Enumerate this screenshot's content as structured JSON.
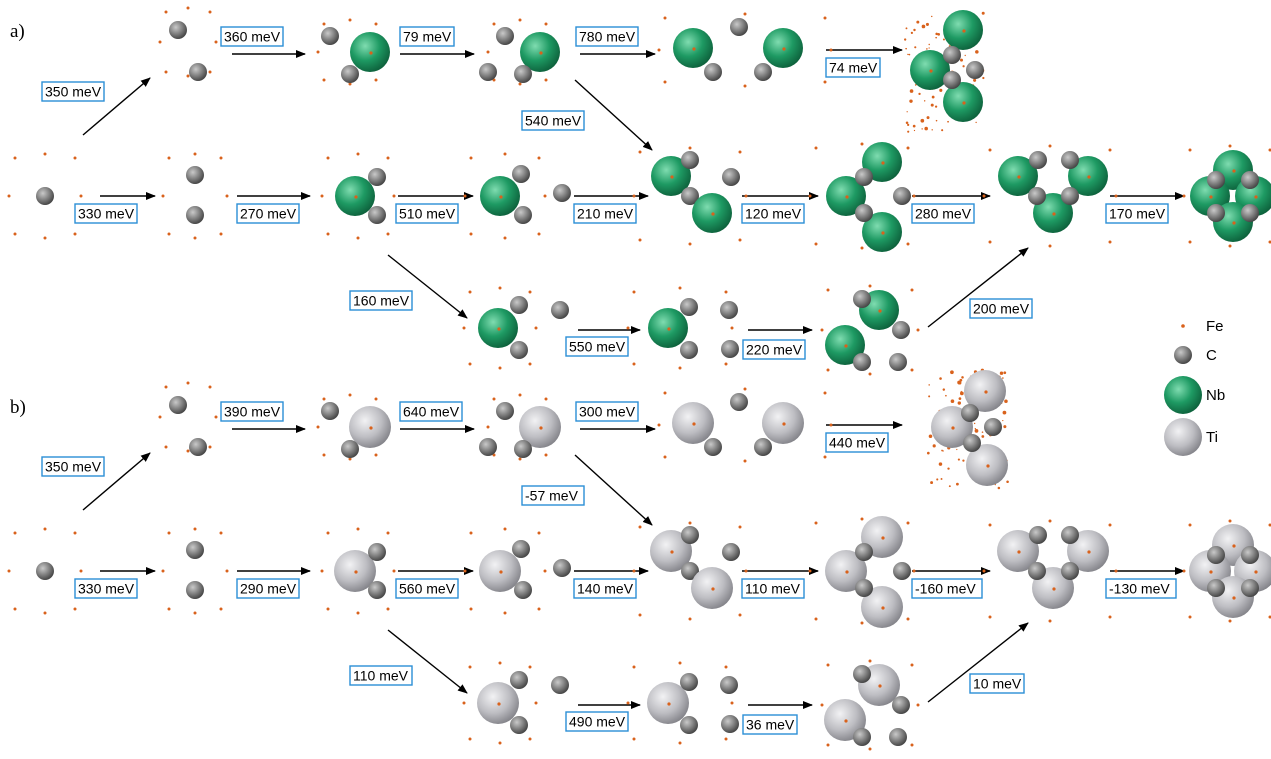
{
  "panels": [
    "a)",
    "b)"
  ],
  "energies_a": [
    "350 meV",
    "360 meV",
    "79 meV",
    "780 meV",
    "74 meV",
    "540 meV",
    "330 meV",
    "270 meV",
    "510 meV",
    "210 meV",
    "120 meV",
    "280 meV",
    "170 meV",
    "160 meV",
    "550 meV",
    "220 meV",
    "200 meV"
  ],
  "energies_b": [
    "350 meV",
    "390 meV",
    "640 meV",
    "300 meV",
    "440 meV",
    "-57 meV",
    "330 meV",
    "290 meV",
    "560 meV",
    "140 meV",
    "110 meV",
    "-160 meV",
    "-130 meV",
    "110 meV",
    "490 meV",
    "36 meV",
    "10 meV"
  ],
  "legend": [
    {
      "label": "Fe",
      "color": "#d9621c",
      "kind": "dot"
    },
    {
      "label": "C",
      "color": "#7a7a7a",
      "kind": "small"
    },
    {
      "label": "Nb",
      "color": "#1e9a63",
      "kind": "large"
    },
    {
      "label": "Ti",
      "color": "#bdbdc2",
      "kind": "large"
    }
  ],
  "colors": {
    "box_border": "#2b8fd6",
    "fe": "#d9621c",
    "c": "#7a7a7a",
    "nb": "#1e9a63",
    "ti": "#bdbdc2"
  }
}
